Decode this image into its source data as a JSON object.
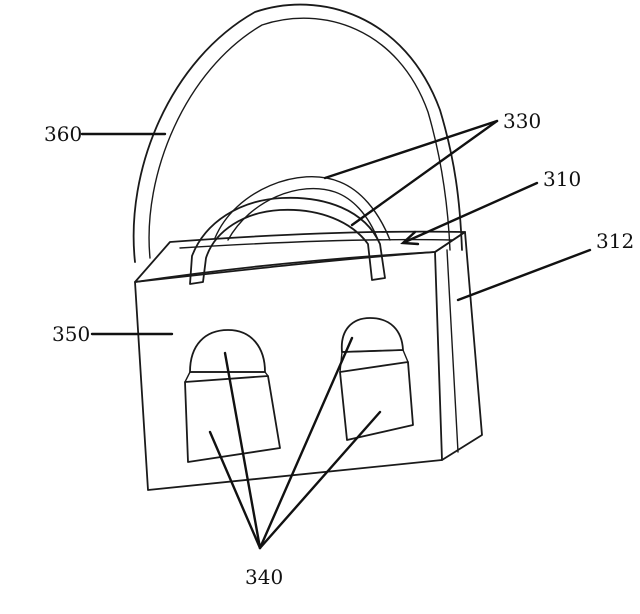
{
  "figure": {
    "labels": {
      "handle_strap": "360",
      "handles": "330",
      "top_panel": "310",
      "side_panel": "312",
      "front_panel": "350",
      "pockets": "340"
    }
  }
}
